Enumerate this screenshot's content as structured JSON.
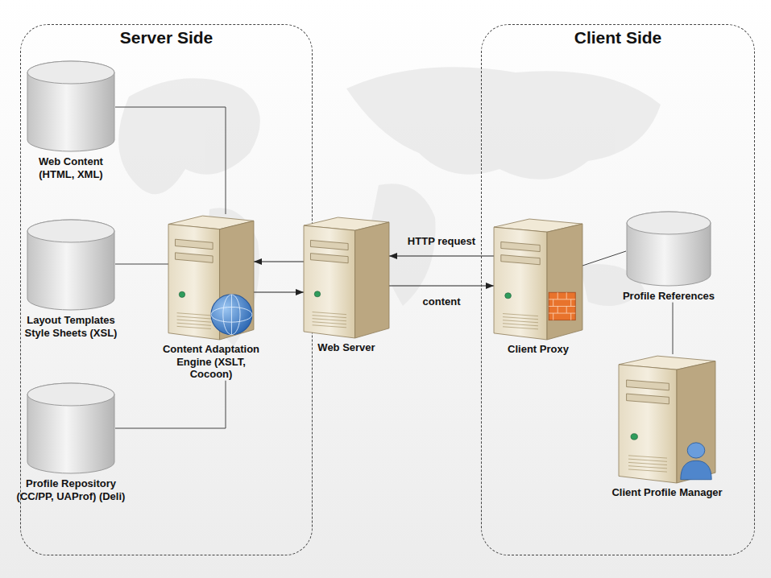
{
  "diagram": {
    "nodes": [
      {
        "text": [
          "Server Side"
        ]
      },
      {
        "text": [
          "Web Content (HTML, XML)"
        ],
        "in": 0
      },
      {
        "text": [
          "Layout Templates Style Sheets (XSL)"
        ],
        "in": 0
      },
      {
        "text": [
          "Profile Repository (CC/PP, UAProf) (Deli)"
        ],
        "in": 0
      },
      {
        "text": [
          "Content Adaptation Engine (XSLT, Cocoon)"
        ],
        "in": 0
      },
      {
        "text": [
          "Web Server"
        ]
      },
      {
        "text": [
          "Client Side"
        ]
      },
      {
        "text": [
          "Client Proxy"
        ],
        "in": 6
      },
      {
        "text": [
          "Profile References"
        ],
        "in": 6
      },
      {
        "text": [
          "Client Profile Manager"
        ],
        "in": 6
      }
    ],
    "edges": [
      {
        "from": 1,
        "to": 4,
        "arrow": "none"
      },
      {
        "from": 2,
        "to": 4,
        "arrow": "none"
      },
      {
        "from": 3,
        "to": 4,
        "arrow": "none"
      },
      {
        "from": 5,
        "to": 4,
        "arrow": "to"
      },
      {
        "from": 4,
        "to": 5,
        "arrow": "to"
      },
      {
        "from": 7,
        "to": 5,
        "label": "HTTP request",
        "arrow": "to"
      },
      {
        "from": 5,
        "to": 7,
        "label": "content",
        "arrow": "to"
      },
      {
        "from": 7,
        "to": 8,
        "arrow": "none"
      },
      {
        "from": 8,
        "to": 9,
        "arrow": "none"
      }
    ]
  }
}
